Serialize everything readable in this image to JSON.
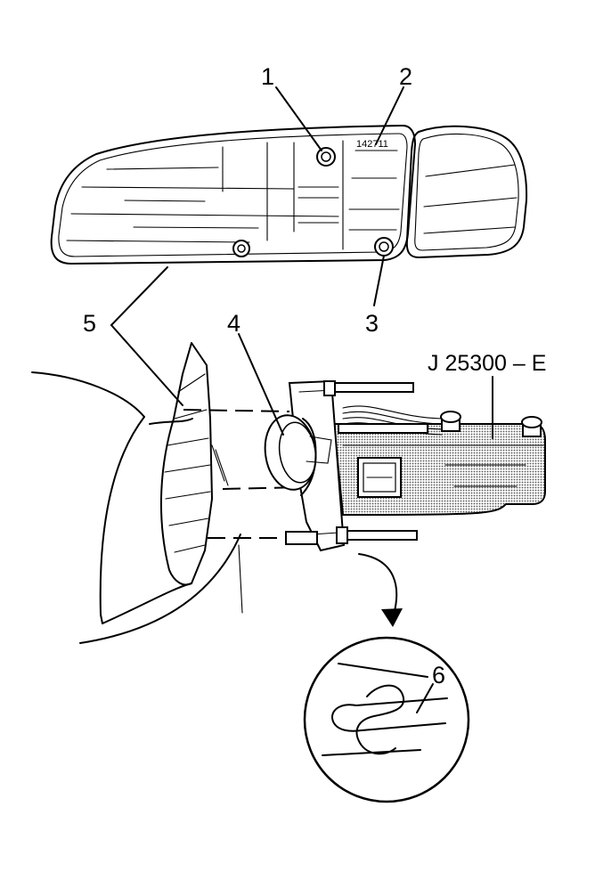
{
  "callouts": {
    "c1": "1",
    "c2": "2",
    "c3": "3",
    "c4": "4",
    "c5": "5",
    "c6": "6"
  },
  "lamp": {
    "part_number": "142711"
  },
  "tool": {
    "label": "J 25300 – E"
  },
  "colors": {
    "line": "#000000",
    "tool_fill": "#d2d2d2",
    "background": "#ffffff"
  }
}
